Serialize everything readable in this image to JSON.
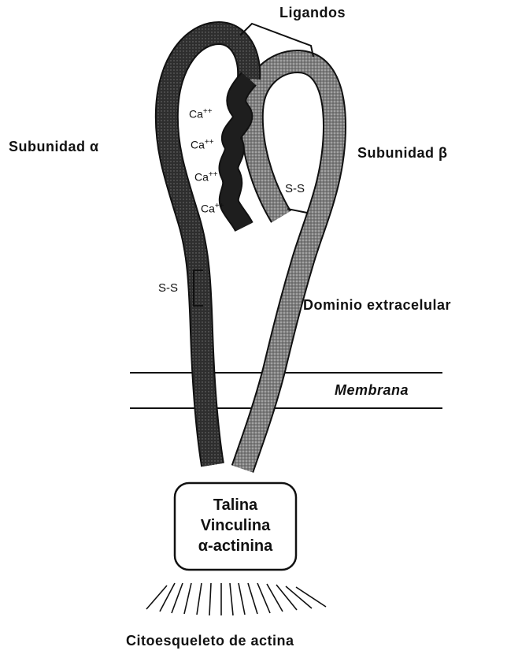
{
  "labels": {
    "ligandos": "Ligandos",
    "subunit_alpha": "Subunidad α",
    "subunit_beta": "Subunidad β",
    "extracellular_domain": "Dominio  extracelular",
    "membrane": "Membrana",
    "cytoskeleton": "Citoesqueleto  de  actina",
    "ss_alpha": "S-S",
    "ss_link": "S-S",
    "calcium": [
      "Ca++",
      "Ca++",
      "Ca++",
      "Ca++"
    ]
  },
  "cytoplasmic_box": {
    "lines": [
      "Talina",
      "Vinculina",
      "α-actinina"
    ]
  },
  "colors": {
    "alpha_chain": "#3a3a3a",
    "beta_chain": "#8a8a8a",
    "ca_domain": "#1e1e1e",
    "line": "#111111"
  }
}
